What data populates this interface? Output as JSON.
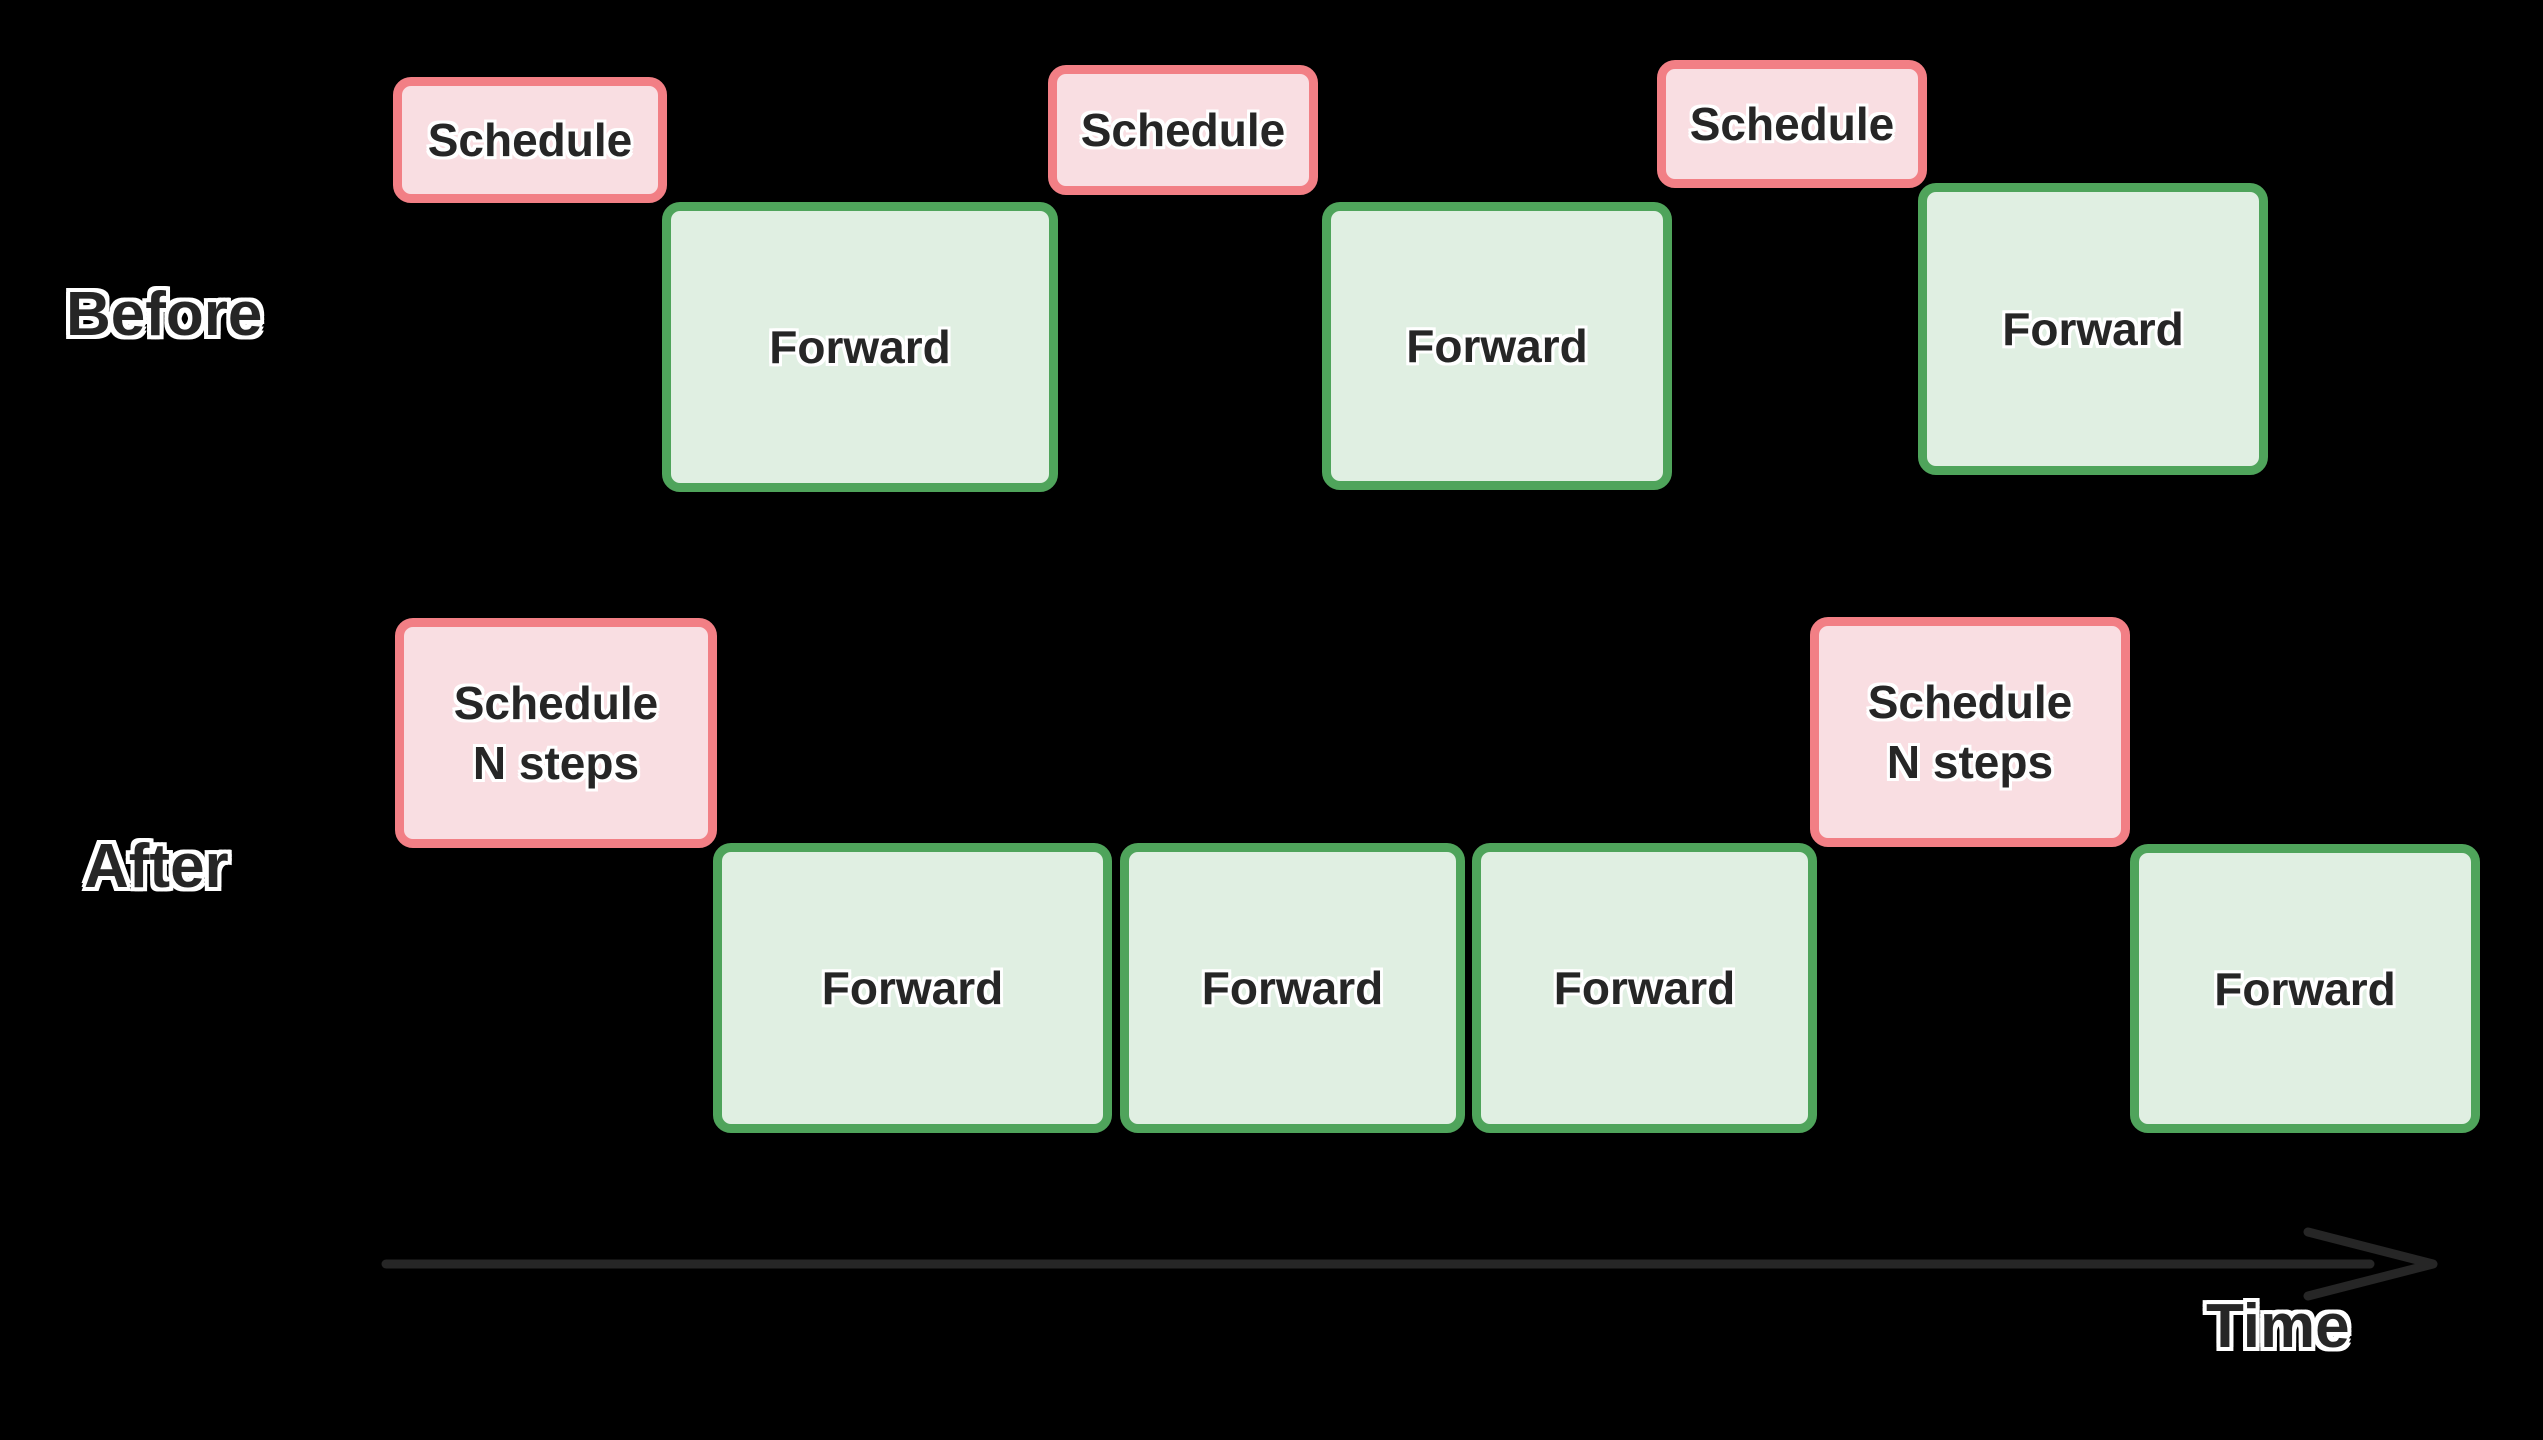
{
  "colors": {
    "background": "#000000",
    "schedule_fill": "#f9dee2",
    "schedule_border": "#f27f85",
    "forward_fill": "#e0efe2",
    "forward_border": "#4fa45b",
    "label_text": "#262626",
    "label_outline": "#ffffff",
    "axis_arrow": "#262626"
  },
  "rows": [
    {
      "label": "Before",
      "blocks": [
        {
          "kind": "schedule",
          "lines": [
            "Schedule"
          ]
        },
        {
          "kind": "forward",
          "lines": [
            "Forward"
          ]
        },
        {
          "kind": "schedule",
          "lines": [
            "Schedule"
          ]
        },
        {
          "kind": "forward",
          "lines": [
            "Forward"
          ]
        },
        {
          "kind": "schedule",
          "lines": [
            "Schedule"
          ]
        },
        {
          "kind": "forward",
          "lines": [
            "Forward"
          ]
        }
      ]
    },
    {
      "label": "After",
      "blocks": [
        {
          "kind": "schedule",
          "lines": [
            "Schedule",
            "N steps"
          ]
        },
        {
          "kind": "forward",
          "lines": [
            "Forward"
          ]
        },
        {
          "kind": "forward",
          "lines": [
            "Forward"
          ]
        },
        {
          "kind": "forward",
          "lines": [
            "Forward"
          ]
        },
        {
          "kind": "schedule",
          "lines": [
            "Schedule",
            "N steps"
          ]
        },
        {
          "kind": "forward",
          "lines": [
            "Forward"
          ]
        }
      ]
    }
  ],
  "axis": {
    "label": "Time"
  }
}
